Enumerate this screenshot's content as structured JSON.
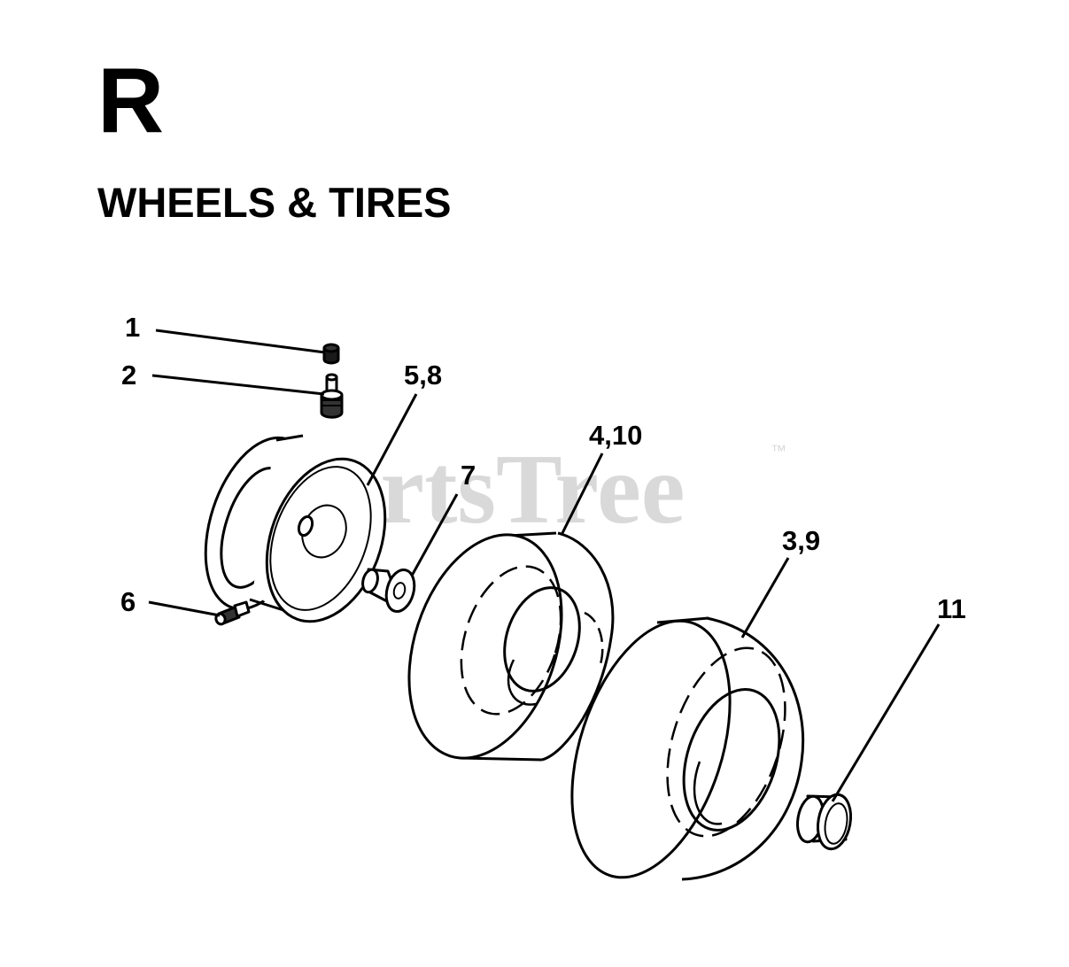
{
  "header": {
    "section_letter": "R",
    "section_title": "WHEELS & TIRES"
  },
  "watermark": {
    "text": "PartsTree",
    "trademark": "™"
  },
  "callouts": {
    "c1": "1",
    "c2": "2",
    "c58": "5,8",
    "c7": "7",
    "c410": "4,10",
    "c39": "3,9",
    "c6": "6",
    "c11": "11"
  },
  "colors": {
    "ink": "#000000",
    "watermark": "#d9d9d9",
    "background": "#ffffff"
  }
}
